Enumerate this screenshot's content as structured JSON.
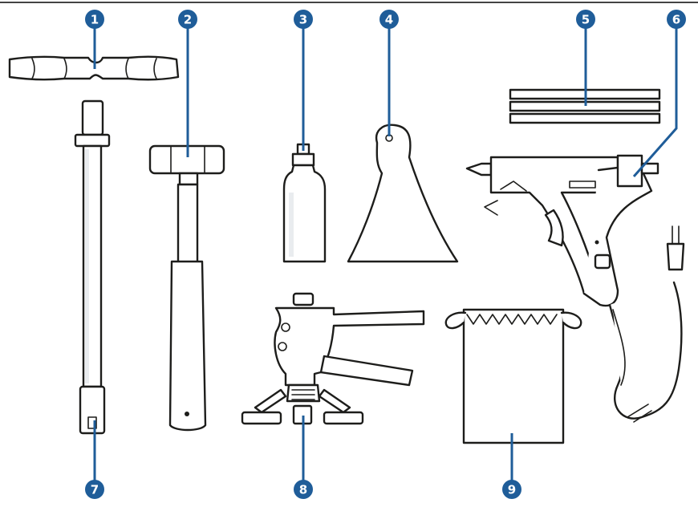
{
  "callouts": [
    "1",
    "2",
    "3",
    "4",
    "5",
    "6",
    "7",
    "8",
    "9"
  ]
}
